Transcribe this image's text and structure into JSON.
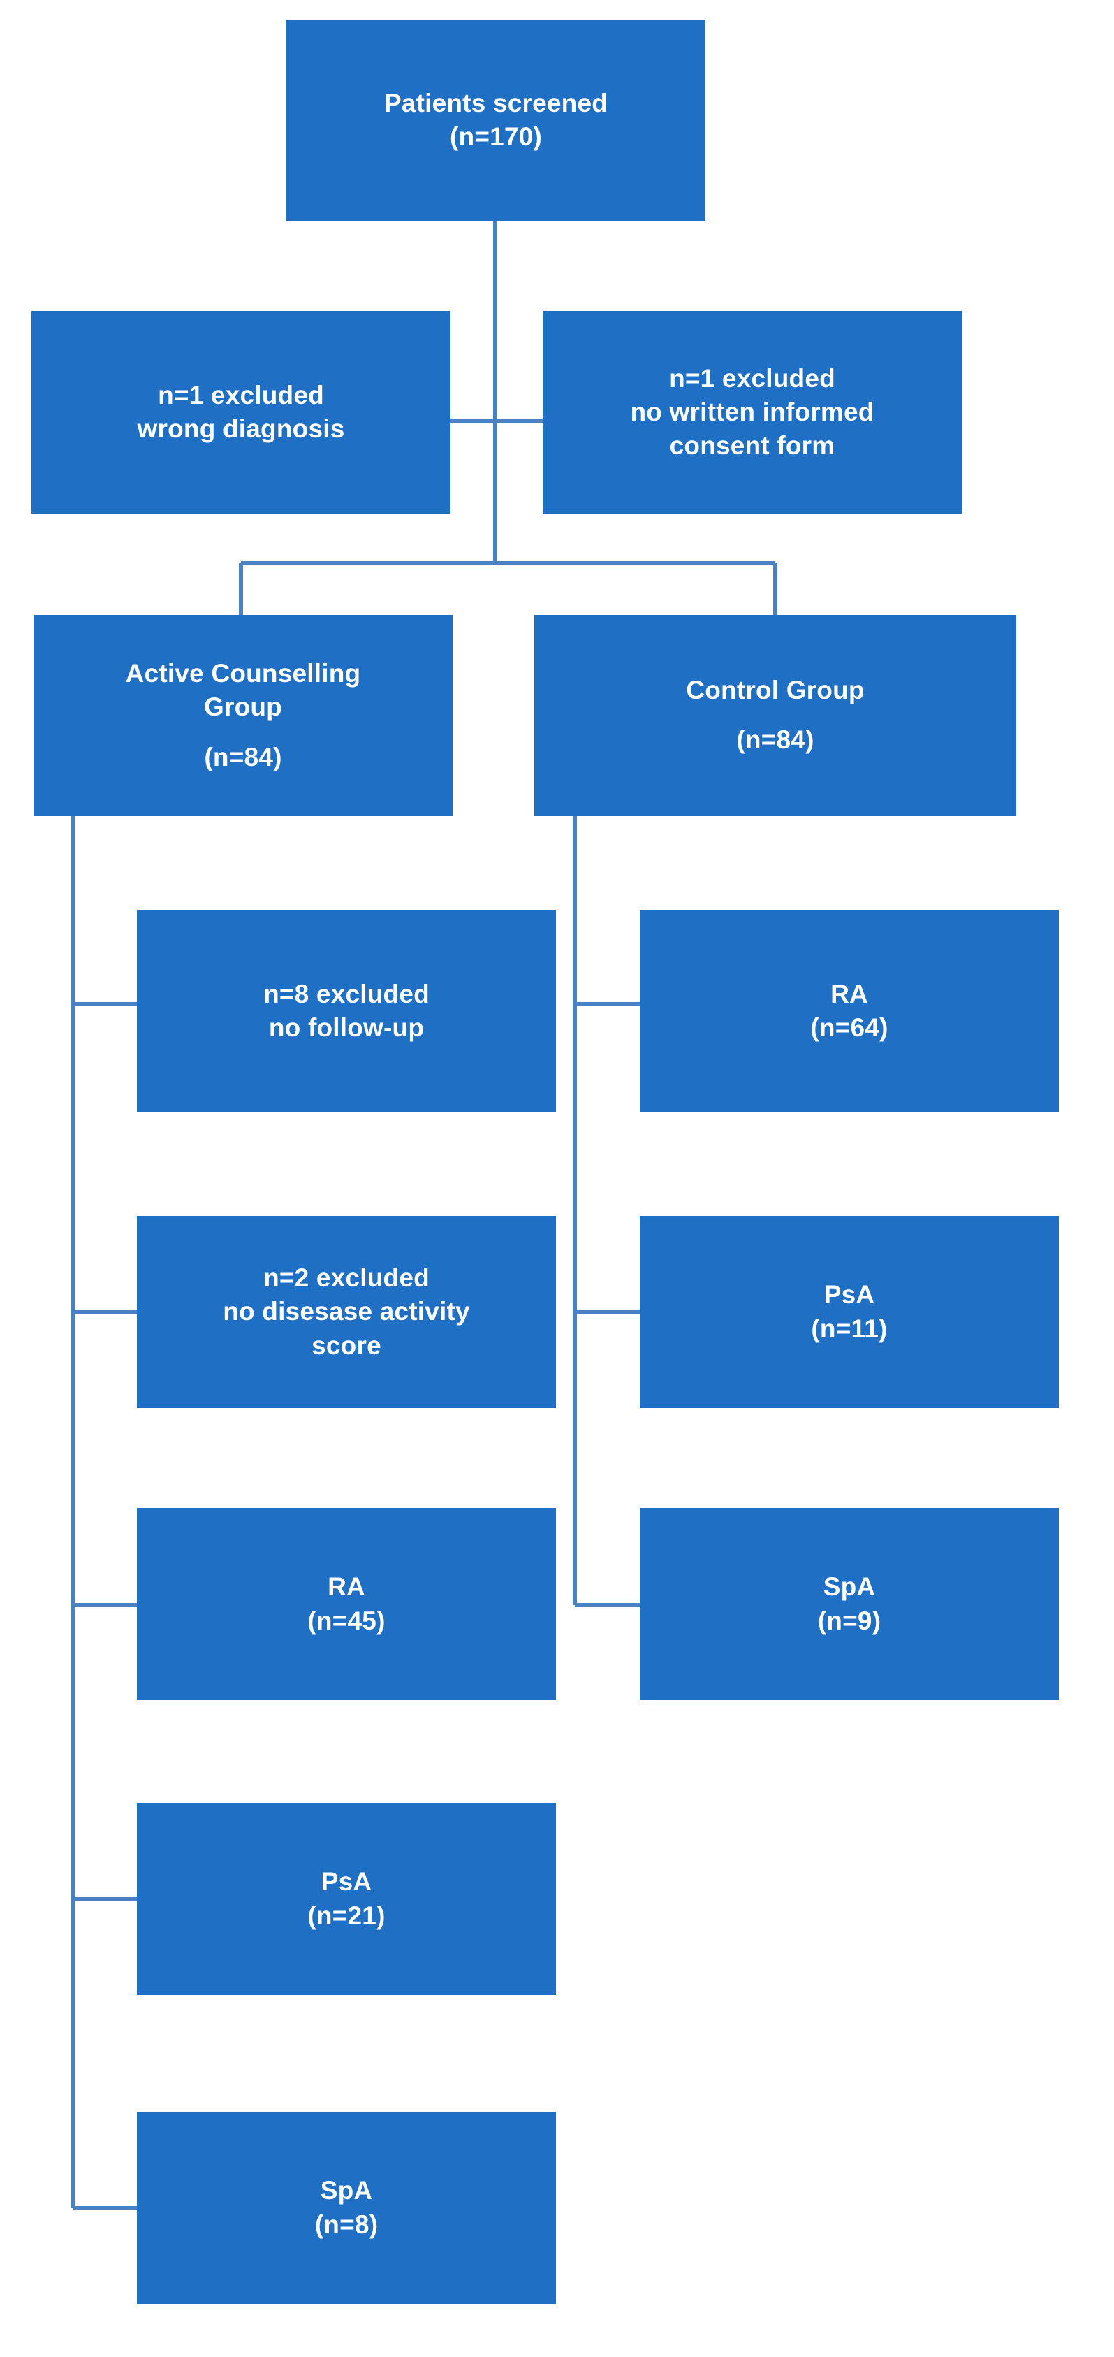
{
  "diagram": {
    "title": "Patient flow diagram",
    "type": "flowchart",
    "accent_color": "#1F6FC4",
    "connector_color": "#4A81C4",
    "text_color": "#FFFFFF",
    "background_color": "#FFFFFF"
  },
  "nodes": {
    "screened": {
      "id": "patients-screened",
      "lines": [
        "Patients screened",
        "(n=170)"
      ]
    },
    "excluded_diagnosis": {
      "id": "excluded-wrong-diagnosis",
      "lines": [
        "n=1 excluded",
        "wrong diagnosis"
      ]
    },
    "excluded_consent": {
      "id": "excluded-no-consent",
      "lines": [
        "n=1 excluded",
        "no written informed",
        "consent form"
      ]
    },
    "active_group": {
      "id": "active-counselling-group",
      "lines": [
        "Active Counselling",
        "Group",
        "(n=84)"
      ]
    },
    "control_group": {
      "id": "control-group",
      "lines": [
        "Control Group",
        "(n=84)"
      ]
    },
    "active_excluded_followup": {
      "id": "active-excluded-no-followup",
      "lines": [
        "n=8 excluded",
        "no follow-up"
      ]
    },
    "active_excluded_score": {
      "id": "active-excluded-no-activity-score",
      "lines": [
        "n=2 excluded",
        "no disesase activity",
        "score"
      ]
    },
    "active_ra": {
      "id": "active-ra",
      "lines": [
        "RA",
        "(n=45)"
      ]
    },
    "active_psa": {
      "id": "active-psa",
      "lines": [
        "PsA",
        "(n=21)"
      ]
    },
    "active_spa": {
      "id": "active-spa",
      "lines": [
        "SpA",
        "(n=8)"
      ]
    },
    "control_ra": {
      "id": "control-ra",
      "lines": [
        "RA",
        "(n=64)"
      ]
    },
    "control_psa": {
      "id": "control-psa",
      "lines": [
        "PsA",
        "(n=11)"
      ]
    },
    "control_spa": {
      "id": "control-spa",
      "lines": [
        "SpA",
        "(n=9)"
      ]
    }
  }
}
